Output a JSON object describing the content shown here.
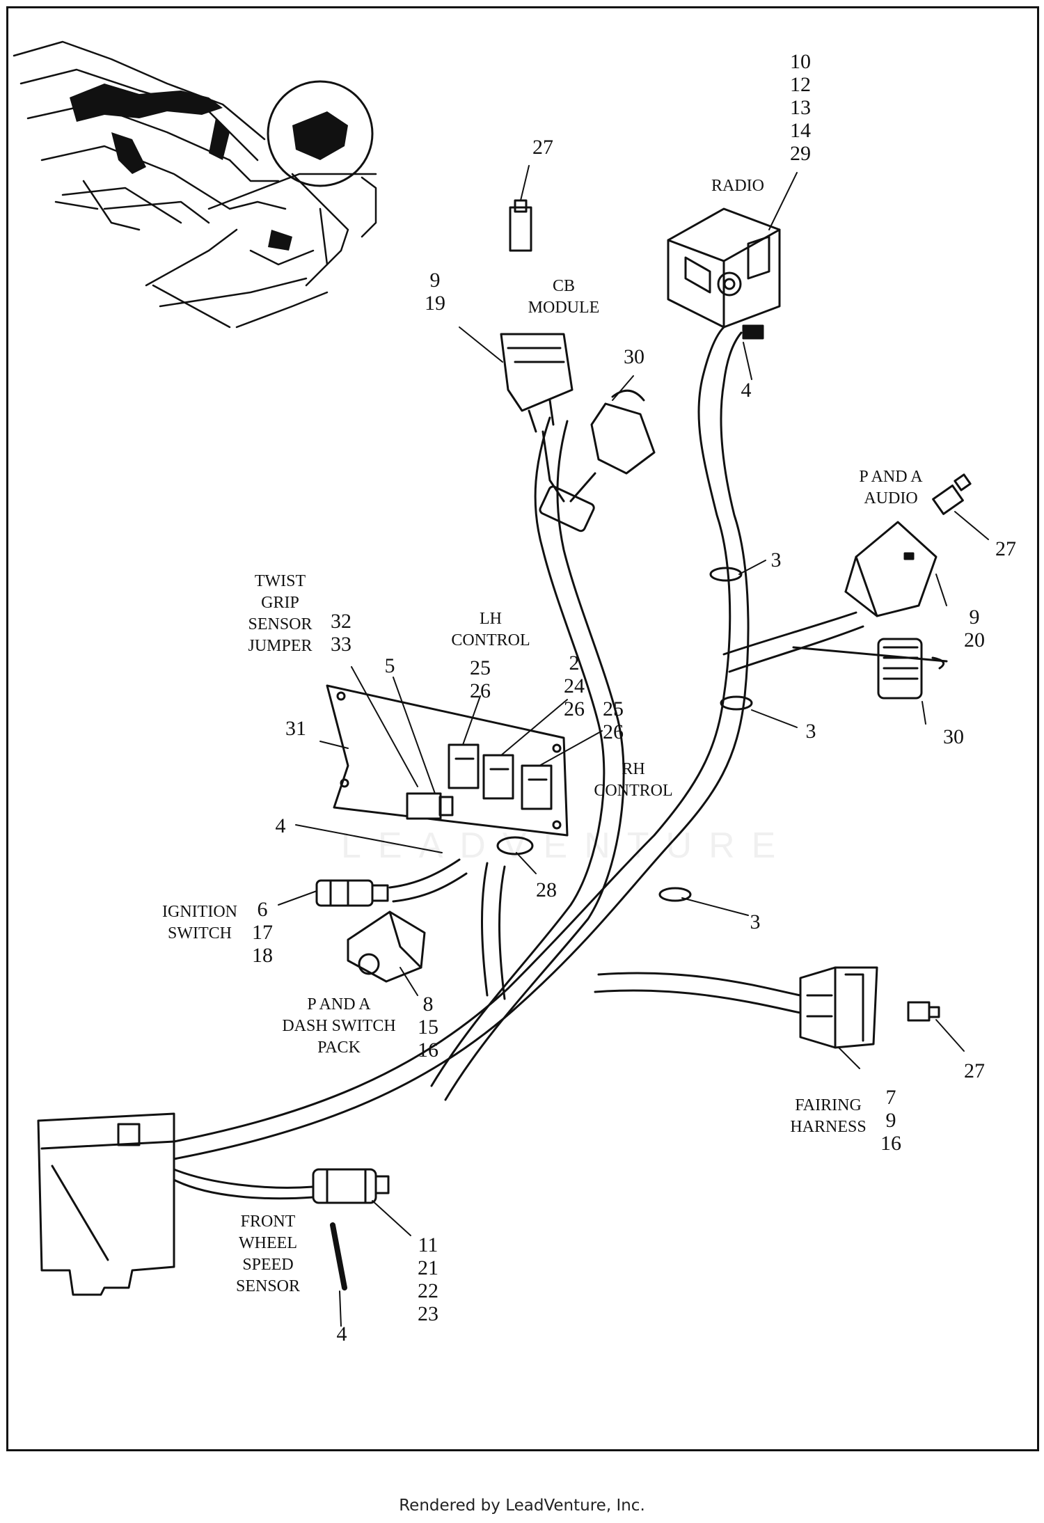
{
  "callouts": {
    "radio_nums": [
      "10",
      "12",
      "13",
      "14",
      "29"
    ],
    "radio_label": "RADIO",
    "top27": "27",
    "cb_nums": [
      "9",
      "19"
    ],
    "cb_label": [
      "CB",
      "MODULE"
    ],
    "top30": "30",
    "radio_clip4": "4",
    "pa_audio_label": [
      "P AND A",
      "AUDIO"
    ],
    "pa_audio_27": "27",
    "clip3_a": "3",
    "audio_conn_nums": [
      "9",
      "20"
    ],
    "clip3_b": "3",
    "audio30": "30",
    "twist_label": [
      "TWIST",
      "GRIP",
      "SENSOR",
      "JUMPER"
    ],
    "twist_nums": [
      "32",
      "33"
    ],
    "lh_label": [
      "LH",
      "CONTROL"
    ],
    "lh_nums": [
      "25",
      "26"
    ],
    "c5": "5",
    "mid_nums_a": [
      "2",
      "24",
      "26"
    ],
    "mid_nums_b": [
      "25",
      "26"
    ],
    "c31": "31",
    "rh_label": [
      "RH",
      "CONTROL"
    ],
    "c4_left": "4",
    "c28": "28",
    "clip3_c": "3",
    "ignition_label": [
      "IGNITION",
      "SWITCH"
    ],
    "ignition_nums": [
      "6",
      "17",
      "18"
    ],
    "pa_dash_label": [
      "P AND A",
      "DASH SWITCH",
      "PACK"
    ],
    "pa_dash_nums": [
      "8",
      "15",
      "16"
    ],
    "fairing_label": [
      "FAIRING",
      "HARNESS"
    ],
    "fairing_nums": [
      "7",
      "9",
      "16"
    ],
    "fairing_27": "27",
    "wheel_label": [
      "FRONT",
      "WHEEL",
      "SPEED",
      "SENSOR"
    ],
    "wheel_nums": [
      "11",
      "21",
      "22",
      "23"
    ],
    "bottom4": "4"
  },
  "watermark": "LEADVENTURE",
  "footer": "Rendered by LeadVenture, Inc."
}
